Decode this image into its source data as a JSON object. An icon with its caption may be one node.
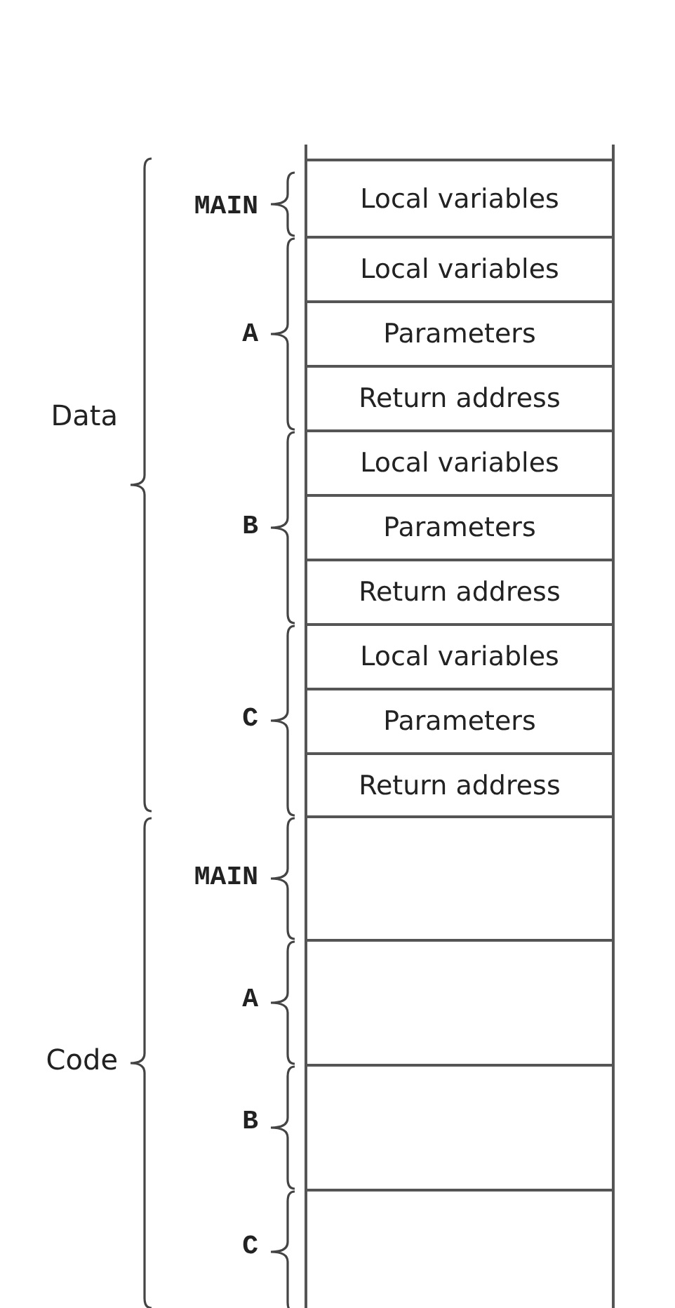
{
  "diagram": {
    "nodes": [
      {
        "text": [
          "Local variables"
        ]
      },
      {
        "text": [
          "Local variables"
        ]
      },
      {
        "text": [
          "Parameters"
        ]
      },
      {
        "text": [
          "Return address"
        ]
      },
      {
        "text": [
          "Local variables"
        ]
      },
      {
        "text": [
          "Parameters"
        ]
      },
      {
        "text": [
          "Return address"
        ]
      },
      {
        "text": [
          "Local variables"
        ]
      },
      {
        "text": [
          "Parameters"
        ]
      },
      {
        "text": [
          "Return address"
        ]
      },
      {
        "text": [],
        "shape": "box"
      },
      {
        "text": [],
        "shape": "box"
      },
      {
        "text": [],
        "shape": "box"
      },
      {
        "text": [],
        "shape": "box"
      }
    ],
    "edges": [],
    "labels": [
      "MAIN",
      "A",
      "Data",
      "B",
      "C",
      "MAIN",
      "A",
      "Code",
      "B",
      "C"
    ]
  }
}
